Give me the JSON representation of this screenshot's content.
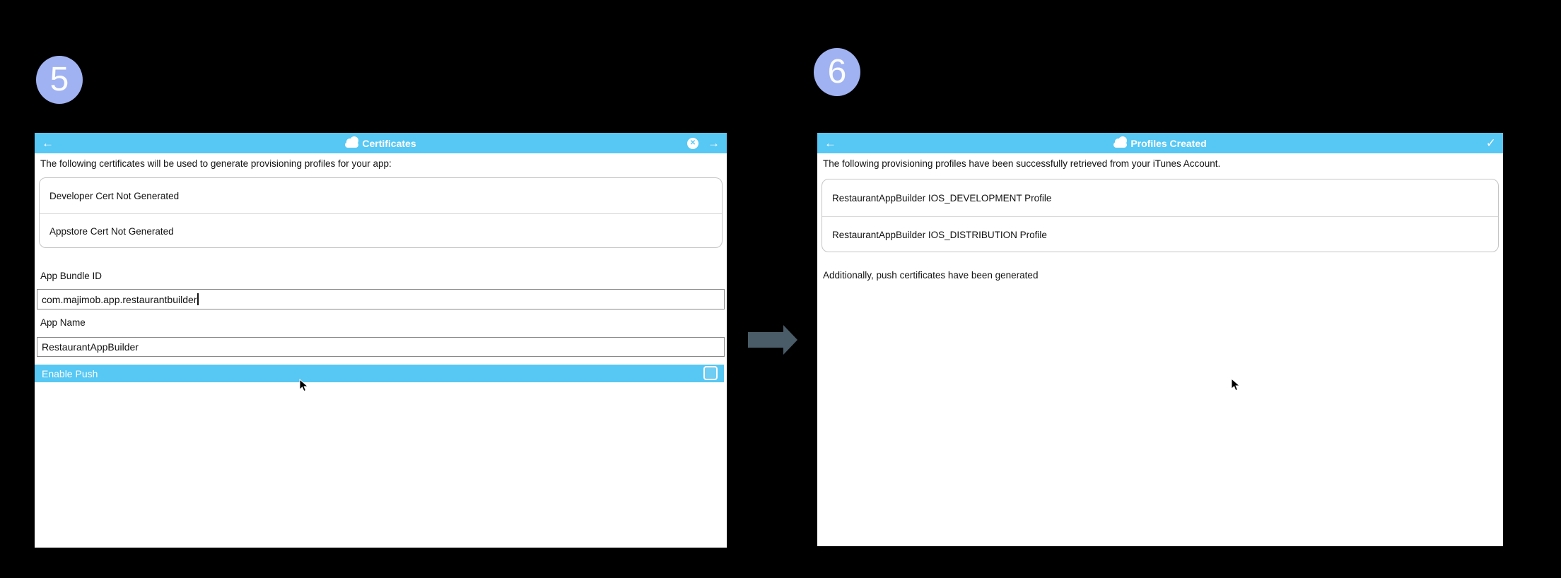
{
  "background": "#000000",
  "colors": {
    "titlebar_blue": "#57C7F3",
    "badge_blue": "#A0B2F1",
    "arrow_connector_gray": "#4A5C68",
    "window_bg": "#FFFFFF"
  },
  "icons": {
    "back": "←",
    "forward": "→",
    "close": "✕",
    "check": "✓",
    "cloud": "cloud"
  },
  "step5": {
    "badge": "5",
    "window": {
      "title": "Certificates",
      "intro": "The following certificates will be used to generate provisioning profiles for your app:",
      "certificates": [
        {
          "label": "Developer Cert Not Generated"
        },
        {
          "label": "Appstore Cert Not Generated"
        }
      ],
      "fields": {
        "bundle": {
          "label": "App Bundle ID",
          "value": "com.majimob.app.restaurantbuilder"
        },
        "name": {
          "label": "App Name",
          "value": "RestaurantAppBuilder"
        }
      },
      "enable_push": {
        "label": "Enable Push",
        "checked": false
      }
    }
  },
  "step6": {
    "badge": "6",
    "window": {
      "title": "Profiles Created",
      "intro": "The following provisioning profiles have been successfully retrieved from your iTunes Account.",
      "profiles": [
        {
          "label": "RestaurantAppBuilder IOS_DEVELOPMENT Profile"
        },
        {
          "label": "RestaurantAppBuilder IOS_DISTRIBUTION Profile"
        }
      ],
      "note": "Additionally, push certificates have been generated"
    }
  }
}
